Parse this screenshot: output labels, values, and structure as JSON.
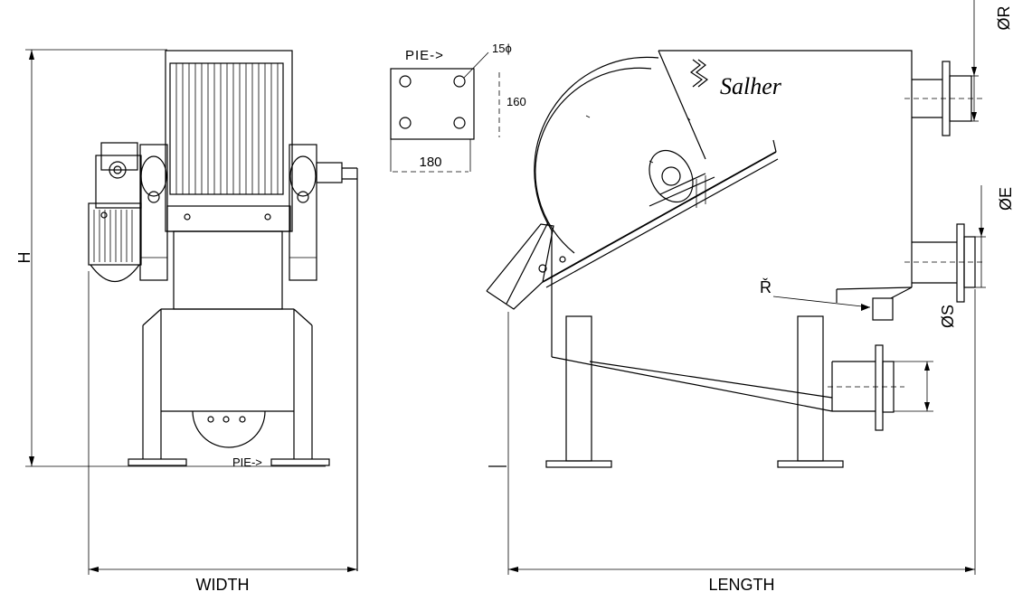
{
  "brand": "Salher",
  "dimensions": {
    "height": "H",
    "width": "WIDTH",
    "length": "LENGTH",
    "diameter_r": "ØR",
    "diameter_e": "ØE",
    "diameter_s": "ØS",
    "r_label": "Ř"
  },
  "foot_detail": {
    "label": "PIE->",
    "hole_diameter": "15ϕ",
    "height": "160",
    "width": "180"
  },
  "front_view": {
    "foot_label": "PIE->"
  }
}
